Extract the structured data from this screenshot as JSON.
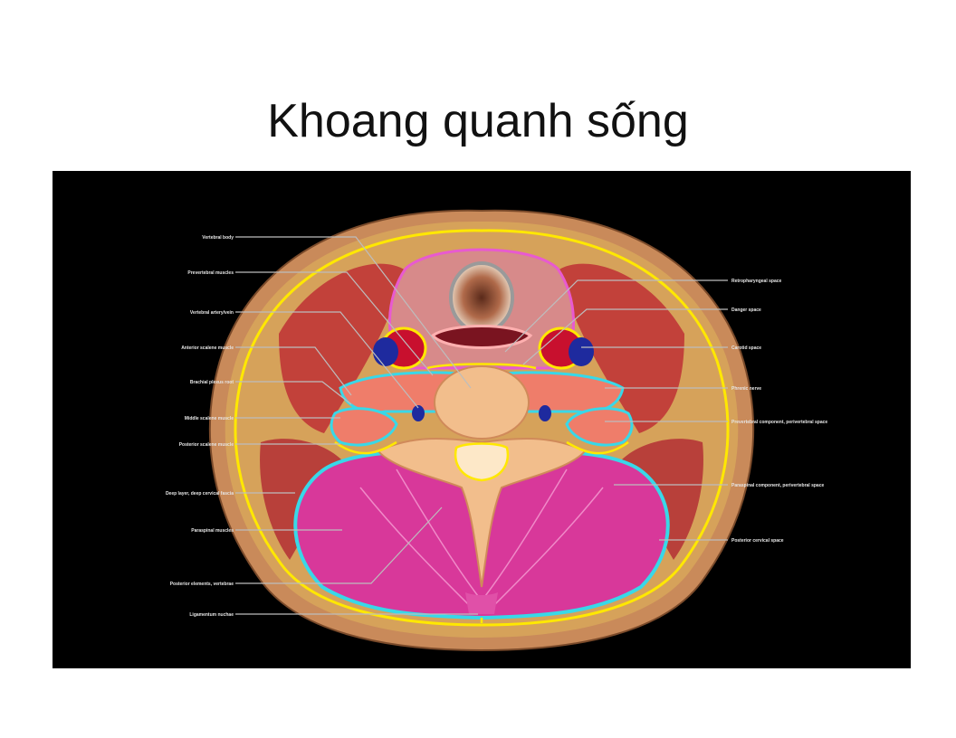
{
  "slide": {
    "title": "Khoang quanh sống"
  },
  "figure": {
    "left_labels": [
      "Vertebral body",
      "Prevertebral muscles",
      "Vertebral artery/vein",
      "Anterior scalene muscle",
      "Brachial plexus root",
      "Middle scalene muscle",
      "Posterior scalene muscle",
      "Deep layer, deep cervical fascia",
      "Paraspinal muscles",
      "Posterior elements, vertebrae",
      "Ligamentum nuchae"
    ],
    "right_labels": [
      "Retropharyngeal space",
      "Danger space",
      "Carotid space",
      "Phrenic nerve",
      "Prevertebral component, perivertebral space",
      "Paraspinal component, perivertebral space",
      "Posterior cervical space"
    ],
    "colors": {
      "background": "#000000",
      "skin": "#c98a5a",
      "fat": "#d6a25a",
      "muscle": "#c2413a",
      "paraspinal": "#d8389a",
      "bone": "#f2be8c",
      "fascia_yellow": "#ffe800",
      "fascia_cyan": "#38d8e8",
      "artery": "#c8102e",
      "vein": "#1e2a9e"
    }
  }
}
